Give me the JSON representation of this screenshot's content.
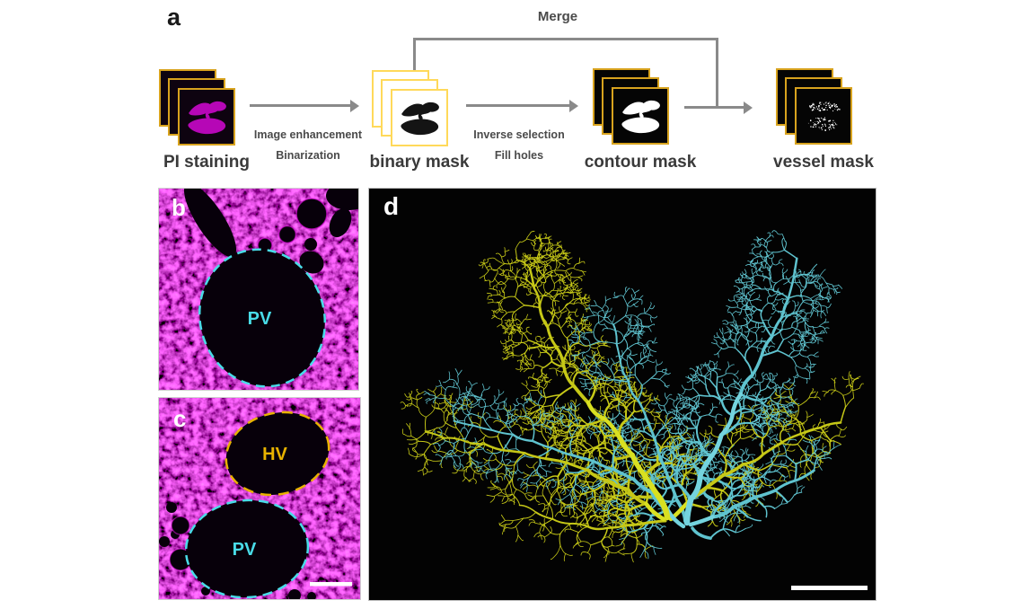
{
  "figure": {
    "panel_a": {
      "label": "a",
      "merge_label": "Merge",
      "stacks": [
        {
          "label": "PI staining"
        },
        {
          "label": "binary mask"
        },
        {
          "label": "contour mask"
        },
        {
          "label": "vessel mask"
        }
      ],
      "step1_caption": [
        "Image enhancement",
        "Binarization"
      ],
      "step2_caption": [
        "Inverse selection",
        "Fill holes"
      ],
      "colors": {
        "arrow": "#8a8a8a",
        "gold_border": "#d8a31e",
        "light_yellow_border": "#ffd95a",
        "label_text": "#3a3a3a",
        "pi_slice": "#b607b6"
      }
    },
    "panel_b": {
      "label": "b",
      "vessel_label": "PV",
      "vessel_label_color": "#49dce8"
    },
    "panel_c": {
      "label": "c",
      "hv_label": "HV",
      "hv_label_color": "#e8b200",
      "pv_label": "PV",
      "pv_label_color": "#49dce8"
    },
    "panel_d": {
      "label": "d",
      "portal_color": "#c6c817",
      "portal_bright": "#d9e021",
      "hepatic_color": "#5fc3cf",
      "hepatic_bright": "#74d4de"
    }
  }
}
